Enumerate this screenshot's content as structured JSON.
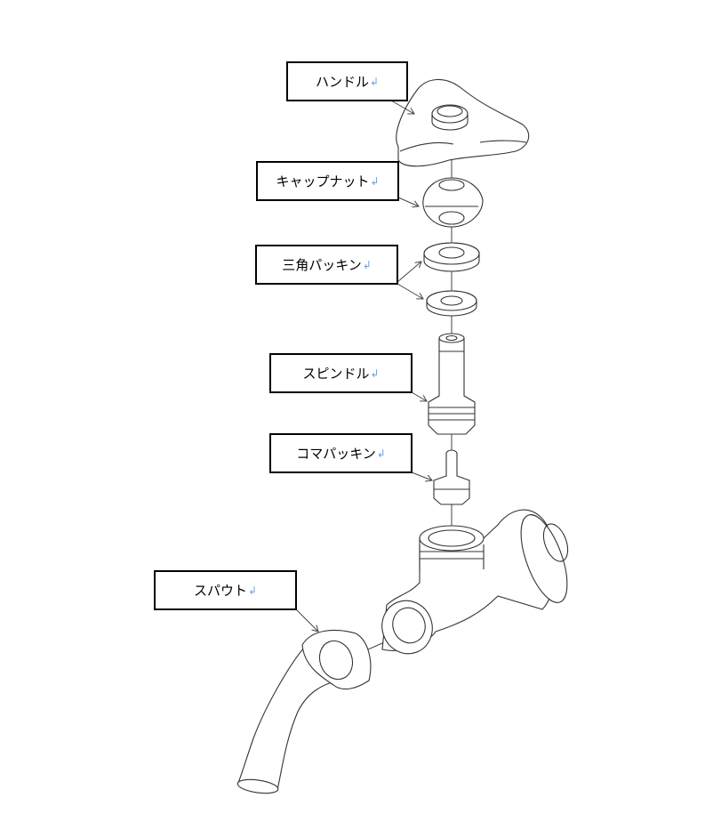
{
  "diagram": {
    "labels": [
      {
        "id": "handle",
        "text": "ハンドル"
      },
      {
        "id": "cap-nut",
        "text": "キャップナット"
      },
      {
        "id": "triangle-packing",
        "text": "三角パッキン"
      },
      {
        "id": "spindle",
        "text": "スピンドル"
      },
      {
        "id": "top-packing",
        "text": "コマパッキン"
      },
      {
        "id": "spout",
        "text": "スパウト"
      }
    ],
    "paragraph_mark": "↲",
    "colors": {
      "line": "#333333",
      "paragraph_mark": "#6aa6e8"
    }
  }
}
